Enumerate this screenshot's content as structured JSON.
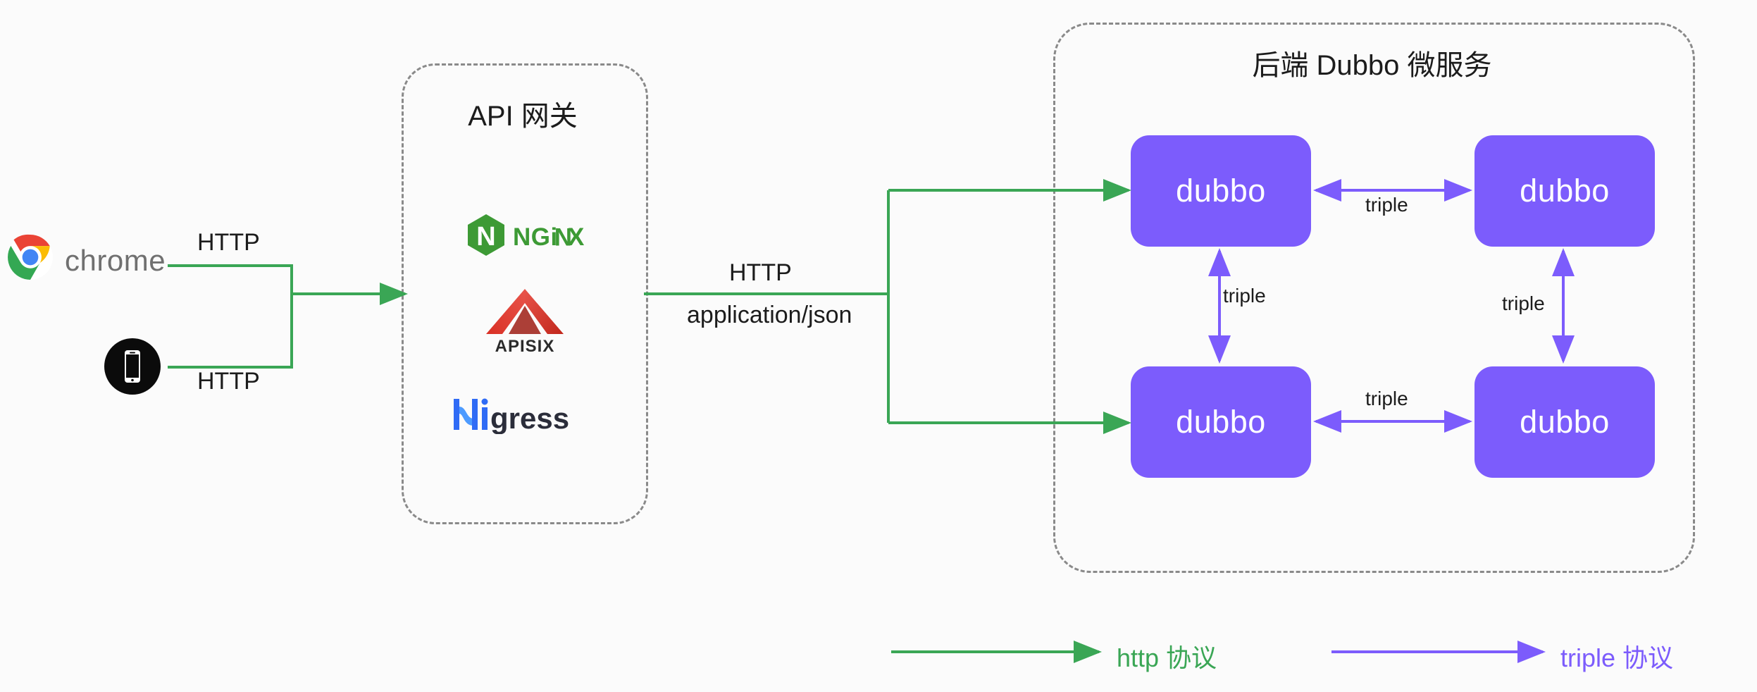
{
  "diagram": {
    "title_gateway": "API 网关",
    "title_backend": "后端 Dubbo 微服务",
    "colors": {
      "http_green": "#3aa655",
      "triple_purple": "#7c5cfc",
      "dubbo_fill": "#7c5cfc",
      "dashed_border": "#8a8a8a",
      "text_dark": "#1c1c1c",
      "chrome_label": "#707070",
      "background": "#fbfbfb"
    }
  },
  "clients": {
    "chrome": {
      "label": "chrome",
      "icon": "chrome-icon",
      "edge_label": "HTTP"
    },
    "mobile": {
      "icon": "mobile-phone-icon",
      "edge_label": "HTTP"
    }
  },
  "gateway": {
    "title": "API 网关",
    "products": [
      {
        "name": "NGINX",
        "icon": "nginx-logo",
        "text": "NGiNX"
      },
      {
        "name": "APISIX",
        "icon": "apisix-logo",
        "text": "APISIX"
      },
      {
        "name": "Higress",
        "icon": "higress-logo",
        "text": "Higress"
      }
    ]
  },
  "gateway_to_backend": {
    "protocol": "HTTP",
    "content_type": "application/json"
  },
  "backend": {
    "title": "后端 Dubbo 微服务",
    "nodes": [
      {
        "id": "dubbo-top-left",
        "label": "dubbo"
      },
      {
        "id": "dubbo-top-right",
        "label": "dubbo"
      },
      {
        "id": "dubbo-bottom-left",
        "label": "dubbo"
      },
      {
        "id": "dubbo-bottom-right",
        "label": "dubbo"
      }
    ],
    "edges": [
      {
        "id": "top-horizontal",
        "label": "triple"
      },
      {
        "id": "bottom-horizontal",
        "label": "triple"
      },
      {
        "id": "left-vertical",
        "label": "triple"
      },
      {
        "id": "right-vertical",
        "label": "triple"
      }
    ]
  },
  "legend": {
    "items": [
      {
        "id": "http",
        "label": "http 协议",
        "color": "#3aa655"
      },
      {
        "id": "triple",
        "label": "triple 协议",
        "color": "#7c5cfc"
      }
    ]
  }
}
